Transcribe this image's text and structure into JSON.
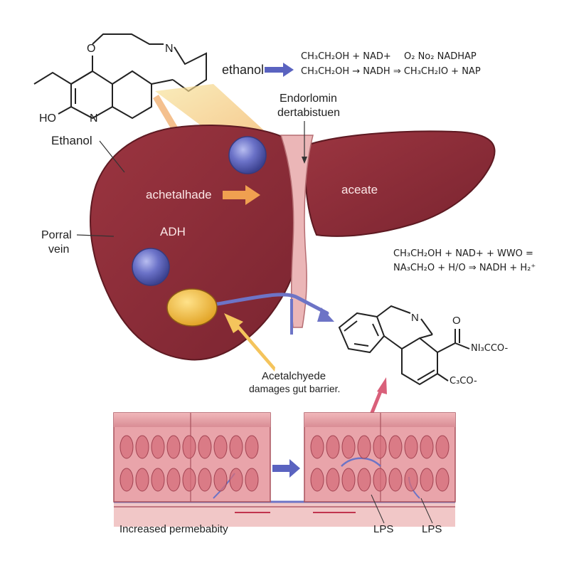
{
  "colors": {
    "liver": "#8a2c35",
    "liver_dark": "#5e1a22",
    "vessel": "#e9b2b4",
    "enzyme": "#6b72c8",
    "gallbladder": "#f0b83a",
    "arrow_blue": "#6b72c8",
    "arrow_orange": "#f0a84e",
    "arrow_pink": "#d9607a",
    "tissue": "#e7a0a6",
    "cell": "#d46d7a"
  },
  "top_molecule": {
    "atom_o": "O",
    "atom_n": "N",
    "atom_n2": "N",
    "atom_ho": "HO"
  },
  "labels": {
    "ethanol_molecule": "Ethanol",
    "portal_vein_line1": "Porral",
    "portal_vein_line2": "vein",
    "acetaldehyde": "achetalhade",
    "adh": "ADH",
    "acetate": "aceate",
    "endo_line1": "Endorlomin",
    "endo_line2": "dertabistuen",
    "damage_line1": "Acetalchyede",
    "damage_line2": "damages gut barrier.",
    "permeability": "Increased permebabity",
    "lps_1": "LPS",
    "lps_2": "LPS"
  },
  "reactions": {
    "ethanol_word": "ethanol",
    "top_line1_left": "CH₃CH₂OH + NAD+",
    "top_line1_right": "O₂ No₂ NADHAP",
    "top_line2": "CH₃CH₂OH → NADH ⇒ CH₃CH₂IO + NAP",
    "mid_line1": "CH₃CH₂OH + NAD+ + WWO =",
    "mid_line2": "NA₃CH₂O + H/O ⇒ NADH + H₂⁺"
  },
  "bottom_molecule": {
    "atom_n": "N",
    "atom_o": "O",
    "group1": "NI₃CCO-",
    "group2": "C₃CO-"
  }
}
